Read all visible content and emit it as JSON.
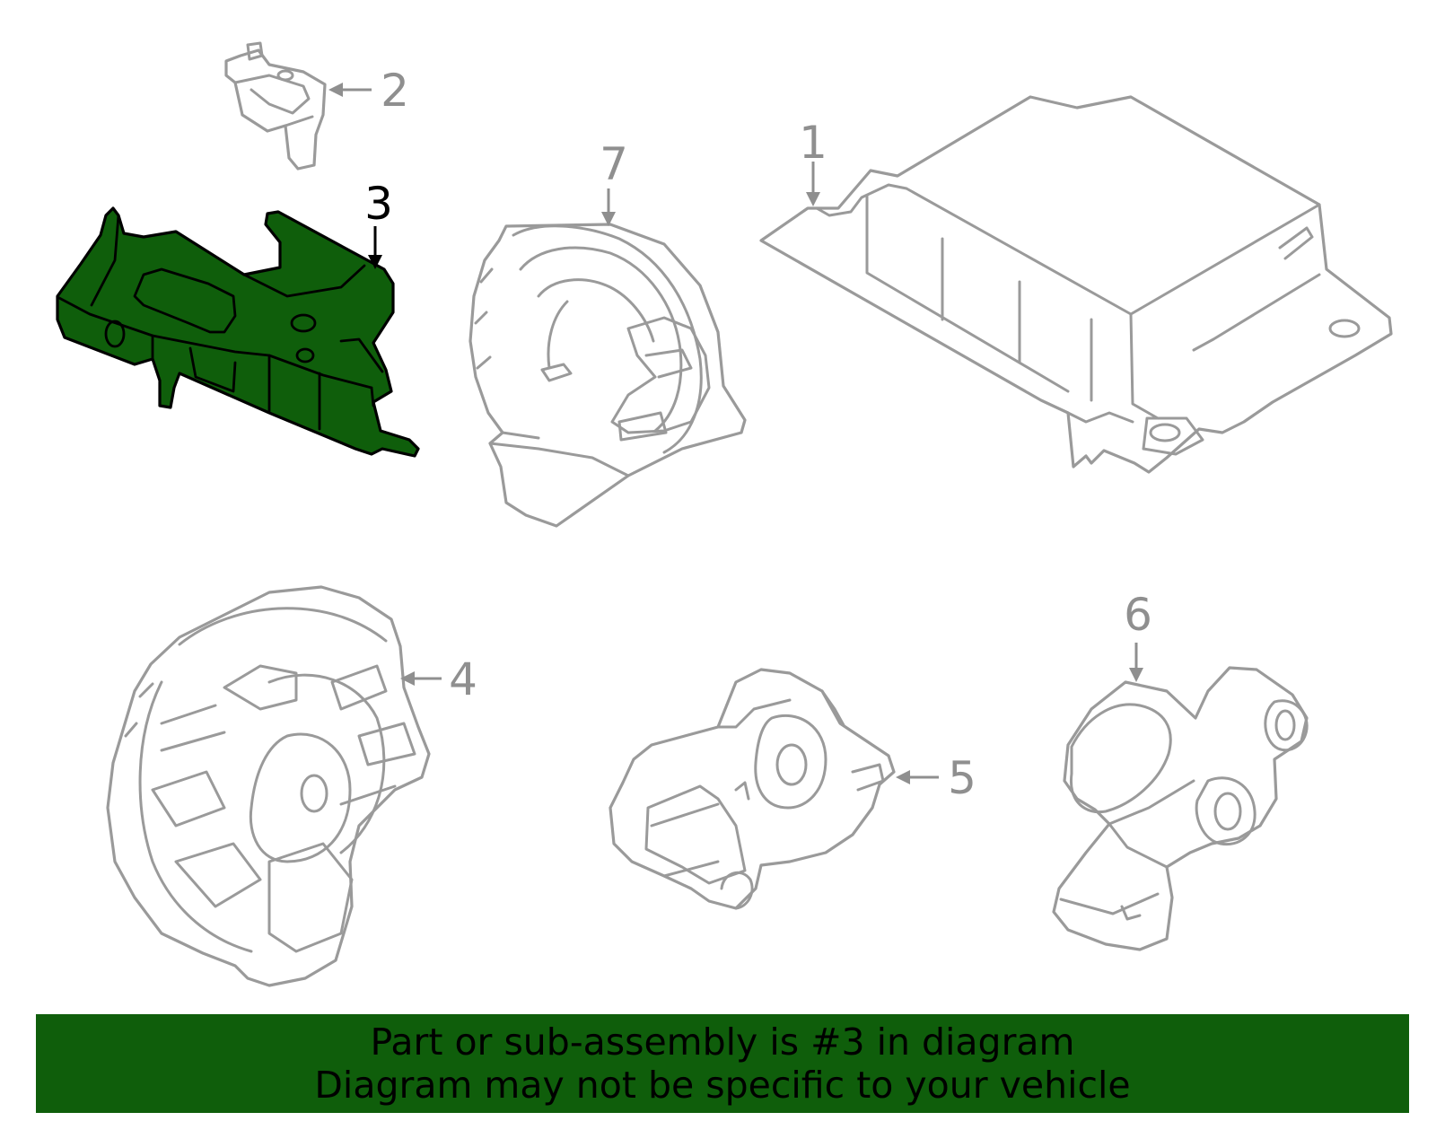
{
  "colors": {
    "highlight": "#0f5e0b",
    "outline": "#9a9a9a",
    "highlight_outline": "#000000",
    "banner_bg": "#0f5e0b",
    "banner_text": "#000000"
  },
  "highlighted_part": "3",
  "callouts": [
    {
      "id": "1",
      "label": "1"
    },
    {
      "id": "2",
      "label": "2"
    },
    {
      "id": "3",
      "label": "3"
    },
    {
      "id": "4",
      "label": "4"
    },
    {
      "id": "5",
      "label": "5"
    },
    {
      "id": "6",
      "label": "6"
    },
    {
      "id": "7",
      "label": "7"
    }
  ],
  "banner": {
    "line1": "Part or sub-assembly is #3 in diagram",
    "line2": "Diagram may not be specific to your vehicle"
  }
}
